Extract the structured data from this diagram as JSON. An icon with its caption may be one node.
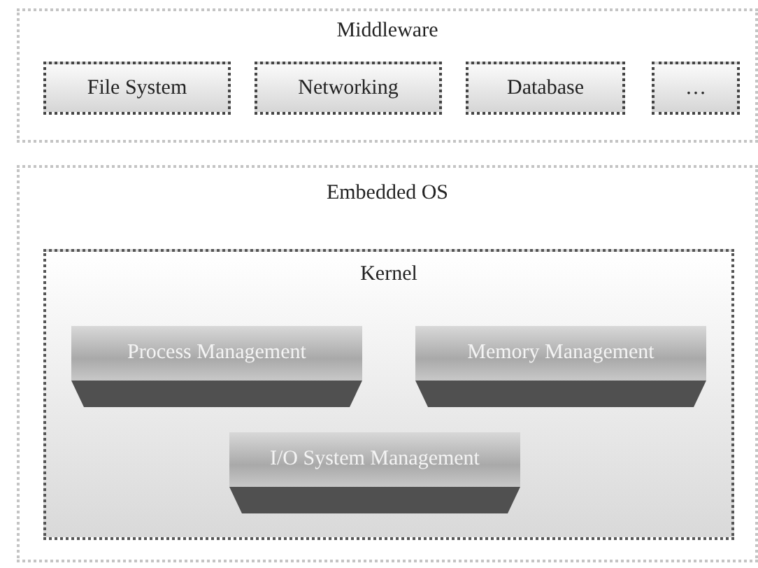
{
  "diagram": {
    "nodes": [
      {
        "text": [
          "Middleware"
        ]
      },
      {
        "text": [
          "File System"
        ],
        "in": 0
      },
      {
        "text": [
          "Networking"
        ],
        "in": 0
      },
      {
        "text": [
          "Database"
        ],
        "in": 0
      },
      {
        "text": [
          "…"
        ],
        "in": 0
      },
      {
        "text": [
          "Embedded OS"
        ]
      },
      {
        "text": [
          "Kernel"
        ],
        "in": 5
      },
      {
        "text": [
          "Process Management"
        ],
        "in": 6
      },
      {
        "text": [
          "Memory Management"
        ],
        "in": 6
      },
      {
        "text": [
          "I/O System Management"
        ],
        "in": 6
      }
    ]
  }
}
